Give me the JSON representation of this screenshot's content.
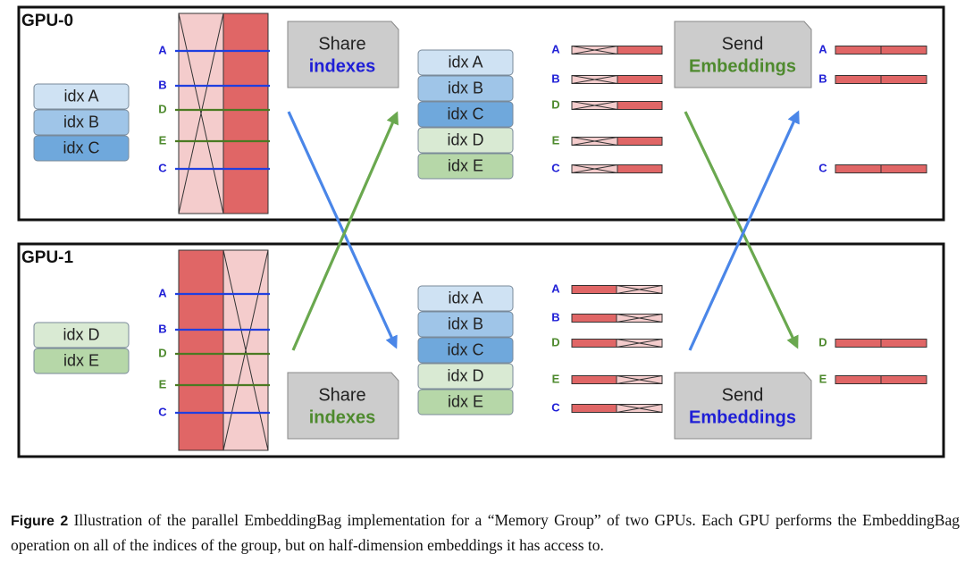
{
  "gpus": [
    {
      "title": "GPU-0",
      "local_indices": [
        "idx A",
        "idx B",
        "idx C"
      ],
      "table_row_labels": [
        "A",
        "B",
        "D",
        "E",
        "C"
      ],
      "share_box": {
        "line1": "Share",
        "line2": "indexes"
      },
      "gathered_indices": [
        "idx A",
        "idx B",
        "idx C",
        "idx D",
        "idx E"
      ],
      "partial_row_labels": [
        "A",
        "B",
        "D",
        "E",
        "C"
      ],
      "send_box": {
        "line1": "Send",
        "line2": "Embeddings"
      },
      "result_row_labels": [
        "A",
        "B",
        "C"
      ]
    },
    {
      "title": "GPU-1",
      "local_indices": [
        "idx D",
        "idx E"
      ],
      "table_row_labels": [
        "A",
        "B",
        "D",
        "E",
        "C"
      ],
      "share_box": {
        "line1": "Share",
        "line2": "indexes"
      },
      "gathered_indices": [
        "idx A",
        "idx B",
        "idx C",
        "idx D",
        "idx E"
      ],
      "partial_row_labels": [
        "A",
        "B",
        "D",
        "E",
        "C"
      ],
      "send_box": {
        "line1": "Send",
        "line2": "Embeddings"
      },
      "result_row_labels": [
        "D",
        "E"
      ]
    }
  ],
  "caption": {
    "figure_label": "Figure 2",
    "text": " Illustration of the parallel EmbeddingBag implementation for a “Memory Group” of two GPUs. Each GPU performs the EmbeddingBag operation on all of the indices of the group, but on half-dimension embeddings it has access to."
  },
  "colors": {
    "blue_label": "#1f1fd6",
    "green_label": "#4e8a2e",
    "line_blue": "#1f3fe0",
    "line_green": "#4a7a22",
    "red_emb": "#e06666",
    "pink_emb": "#f4cccc",
    "gray_box": "#cccccc",
    "arrow_blue": "#4a86e8",
    "arrow_green": "#6aa84f",
    "idx_colors": {
      "idx A": "#cfe2f3",
      "idx B": "#9fc5e8",
      "idx C": "#6fa8dc",
      "idx D": "#d9ead3",
      "idx E": "#b6d7a8"
    }
  }
}
